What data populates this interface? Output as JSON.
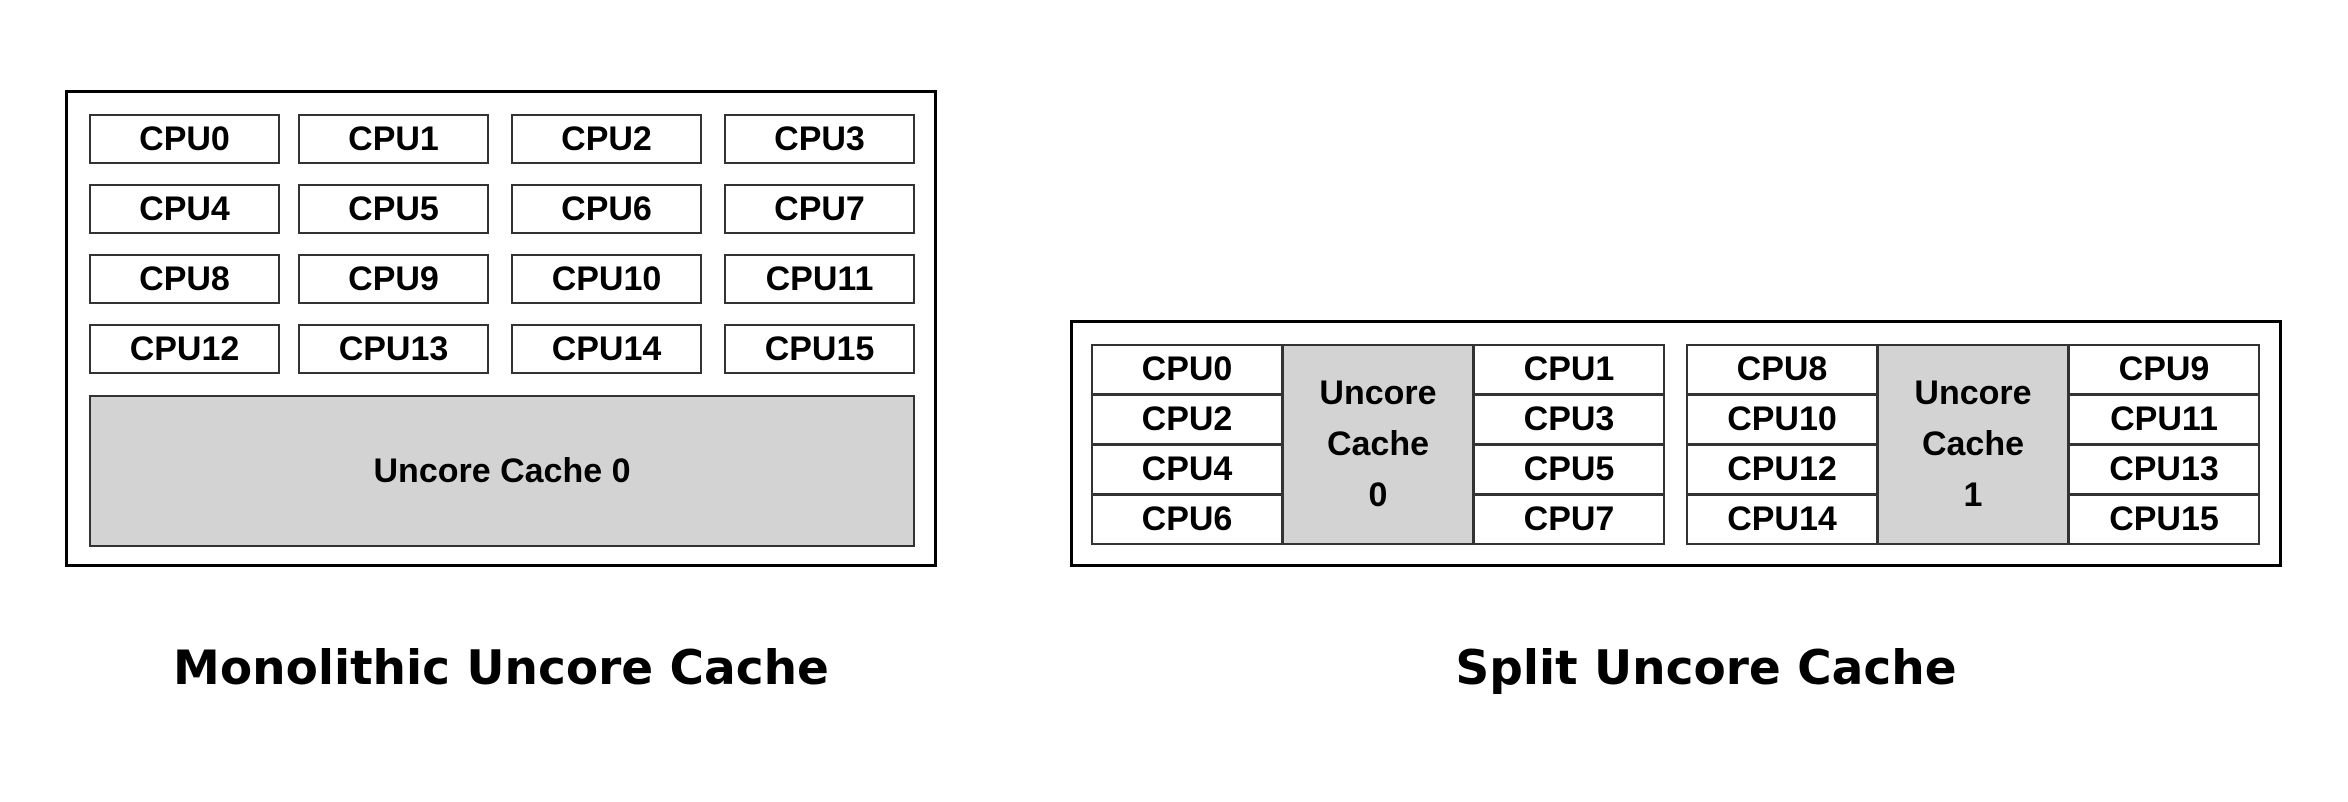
{
  "monolithic": {
    "cpus": [
      "CPU0",
      "CPU1",
      "CPU2",
      "CPU3",
      "CPU4",
      "CPU5",
      "CPU6",
      "CPU7",
      "CPU8",
      "CPU9",
      "CPU10",
      "CPU11",
      "CPU12",
      "CPU13",
      "CPU14",
      "CPU15"
    ],
    "cache_label": "Uncore Cache 0",
    "caption": "Monolithic Uncore Cache"
  },
  "split": {
    "groups": [
      {
        "left_cpus": [
          "CPU0",
          "CPU2",
          "CPU4",
          "CPU6"
        ],
        "cache_lines": [
          "Uncore",
          "Cache",
          "0"
        ],
        "right_cpus": [
          "CPU1",
          "CPU3",
          "CPU5",
          "CPU7"
        ]
      },
      {
        "left_cpus": [
          "CPU8",
          "CPU10",
          "CPU12",
          "CPU14"
        ],
        "cache_lines": [
          "Uncore",
          "Cache",
          "1"
        ],
        "right_cpus": [
          "CPU9",
          "CPU11",
          "CPU13",
          "CPU15"
        ]
      }
    ],
    "caption": "Split Uncore Cache"
  },
  "colors": {
    "cache_fill": "#d3d3d3",
    "border": "#000000",
    "background": "#ffffff"
  }
}
